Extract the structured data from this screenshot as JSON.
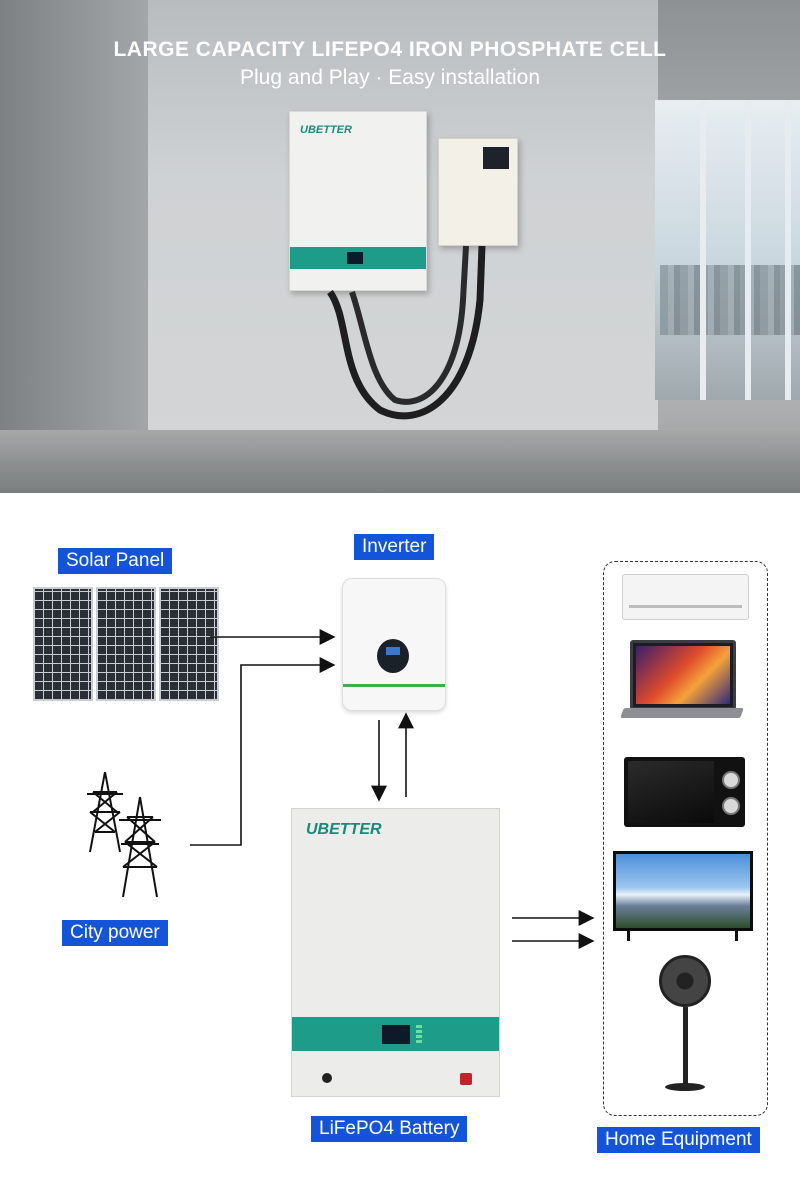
{
  "hero": {
    "title": "LARGE CAPACITY LIFEPO4 IRON PHOSPHATE CELL",
    "subtitle": "Plug and Play · Easy installation",
    "battery_logo": "UBETTER"
  },
  "diagram": {
    "solar_label": "Solar Panel",
    "inverter_label": "Inverter",
    "city_label": "City power",
    "battery_label": "LiFePO4 Battery",
    "equipment_label": "Home Equipment",
    "battery_logo": "UBETTER"
  },
  "colors": {
    "label_bg": "#1354d8",
    "battery_band": "#1d9c8a",
    "inverter_stripe": "#36b24b"
  },
  "icons": [
    "solar-panel-icon",
    "power-tower-icon",
    "air-conditioner-icon",
    "laptop-icon",
    "microwave-icon",
    "tv-icon",
    "fan-icon"
  ]
}
